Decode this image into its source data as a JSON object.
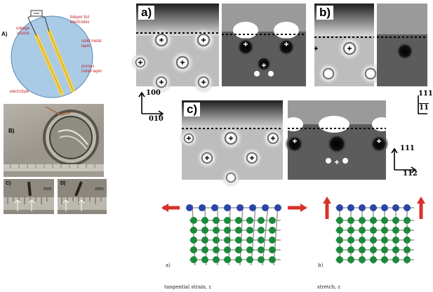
{
  "figure": {
    "panel_A": {
      "label": "A)",
      "voltage_source": "voltage source",
      "bilayer": "bilayer foil electrodes",
      "solid_metal": "solid metal layer",
      "porous_metal": "porous metal layer",
      "electrolyte": "electrolyte"
    },
    "panel_B": {
      "label": "B)"
    },
    "panel_C": {
      "label": "C)",
      "scale": "mm"
    },
    "panel_D": {
      "label": "D)",
      "scale": "mm"
    },
    "sim_a": {
      "label": "a)"
    },
    "sim_b": {
      "label": "b)"
    },
    "sim_c": {
      "label": "c)"
    },
    "axes_a": {
      "up": "100",
      "right": "010"
    },
    "axes_b": {
      "up": "111",
      "right": "11"
    },
    "axes_c": {
      "up": "111",
      "right": "112"
    },
    "lattice_a": {
      "label": "a)",
      "caption": "tangential strain, ε"
    },
    "lattice_b": {
      "label": "b)",
      "caption": "stretch, ε"
    }
  }
}
